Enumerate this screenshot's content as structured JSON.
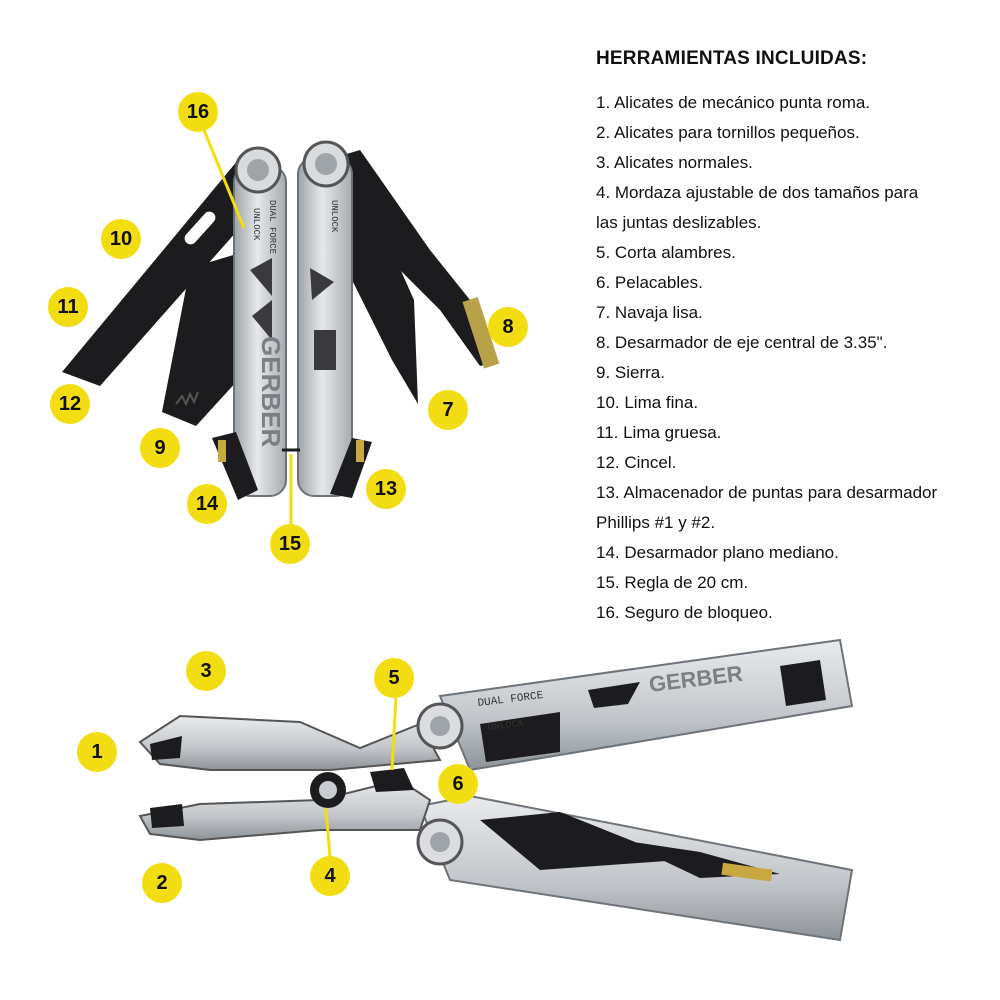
{
  "panel": {
    "title": "HERRAMIENTAS INCLUIDAS:",
    "items": [
      "1. Alicates de mecánico punta roma.",
      "2. Alicates para tornillos pequeños.",
      "3. Alicates normales.",
      "4. Mordaza ajustable de dos tamaños para",
      "las juntas deslizables.",
      "5. Corta alambres.",
      "6. Pelacables.",
      "7. Navaja lisa.",
      "8. Desarmador de eje central de 3.35\".",
      "9. Sierra.",
      "10. Lima fina.",
      "11. Lima gruesa.",
      "12. Cincel.",
      "13. Almacenador de puntas para desarmador",
      "Phillips #1 y #2.",
      "14. Desarmador plano mediano.",
      "15. Regla de 20 cm.",
      "16. Seguro de bloqueo."
    ]
  },
  "callouts": [
    "16",
    "10",
    "11",
    "12",
    "9",
    "14",
    "15",
    "13",
    "7",
    "8",
    "3",
    "1",
    "2",
    "5",
    "4",
    "6"
  ],
  "engravings": {
    "top_left": "DUAL FORCE",
    "top_left_lock": "UNLOCK",
    "top_right_lock": "UNLOCK",
    "brand": "GERBER",
    "bottom_handle": "DUAL FORCE",
    "bottom_unlock": "UNLOCK",
    "bottom_brand": "GERBER"
  },
  "colors": {
    "badge": "#f2dd12",
    "steel": "#c9ccd0",
    "dark": "#1c1c1e"
  }
}
